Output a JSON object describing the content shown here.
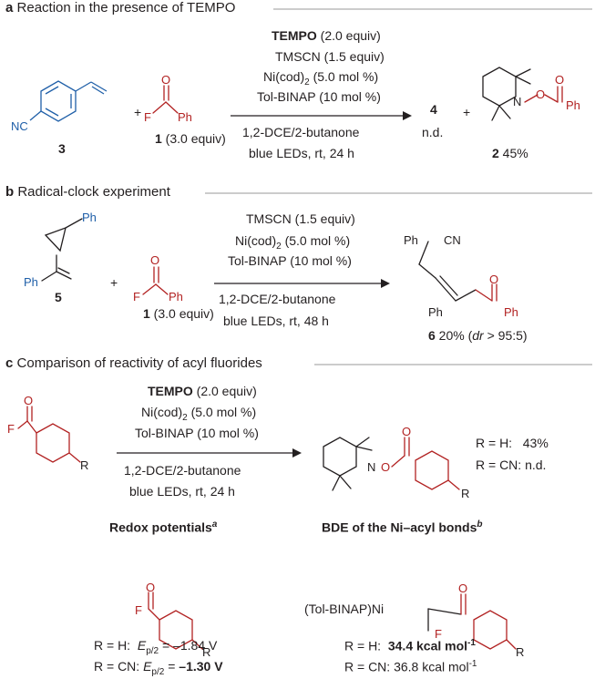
{
  "section_a": {
    "letter": "a",
    "title": "Reaction in the presence of TEMPO",
    "cond_tempo_name": "TEMPO",
    "cond_tempo_amt": " (2.0 equiv)",
    "cond_tmscn": "TMSCN (1.5 equiv)",
    "cond_ni_pre": "Ni(cod)",
    "cond_ni_sub": "2",
    "cond_ni_post": " (5.0 mol %)",
    "cond_ligand": "Tol-BINAP (10 mol %)",
    "cond_solvent": "1,2-DCE/2-butanone",
    "cond_light": "blue LEDs, rt, 24 h",
    "sm_label": "3",
    "sm_cn": "NC",
    "reagent_label": "1",
    "reagent_equiv": " (3.0 equiv)",
    "plus": "+",
    "prod4_label": "4",
    "prod4_yield": "n.d.",
    "prod2_label": "2",
    "prod2_yield": " 45%"
  },
  "section_b": {
    "letter": "b",
    "title": "Radical-clock experiment",
    "cond_tmscn": "TMSCN (1.5 equiv)",
    "cond_ni_pre": "Ni(cod)",
    "cond_ni_sub": "2",
    "cond_ni_post": " (5.0 mol %)",
    "cond_ligand": "Tol-BINAP (10 mol %)",
    "cond_solvent": "1,2-DCE/2-butanone",
    "cond_light": "blue LEDs, rt, 48 h",
    "sm_label": "5",
    "reagent_label": "1",
    "reagent_equiv": " (3.0 equiv)",
    "plus": "+",
    "prod_label": "6",
    "prod_yield": " 20% (",
    "prod_dr": "dr",
    "prod_dr_val": " > 95:5)"
  },
  "section_c": {
    "letter": "c",
    "title": "Comparison of reactivity of acyl fluorides",
    "cond_tempo_name": "TEMPO",
    "cond_tempo_amt": " (2.0 equiv)",
    "cond_ni_pre": "Ni(cod)",
    "cond_ni_sub": "2",
    "cond_ni_post": " (5.0 mol %)",
    "cond_ligand": "Tol-BINAP (10 mol %)",
    "cond_solvent": "1,2-DCE/2-butanone",
    "cond_light": "blue LEDs, rt, 24 h",
    "yield_h_label": "R = H:",
    "yield_h_val": "43%",
    "yield_cn_label": "R = CN:",
    "yield_cn_val": "n.d.",
    "redox_heading": "Redox potentials",
    "redox_sup": "a",
    "bde_heading": "BDE of the Ni–acyl bonds",
    "bde_sup": "b",
    "redox_h_label": "R = H:",
    "redox_h_e": "E",
    "redox_h_sub": "p/2",
    "redox_h_val": " = –1.84 V",
    "redox_cn_label": "R = CN:",
    "redox_cn_e": "E",
    "redox_cn_sub": "p/2",
    "redox_cn_eq": " = ",
    "redox_cn_val": "–1.30 V",
    "bde_h_label": "R = H:",
    "bde_h_val": "34.4 kcal mol",
    "bde_h_sup": "-1",
    "bde_cn_label": "R = CN:",
    "bde_cn_val": "36.8 kcal mol",
    "bde_cn_sup": "-1",
    "ni_complex_label": "(Tol-BINAP)Ni"
  },
  "atoms": {
    "O": "O",
    "F": "F",
    "N": "N",
    "R": "R",
    "Ph": "Ph",
    "CN": "CN"
  },
  "colors": {
    "text": "#231f20",
    "blue": "#1f5fa8",
    "red": "#b22222",
    "rule": "#999999"
  }
}
